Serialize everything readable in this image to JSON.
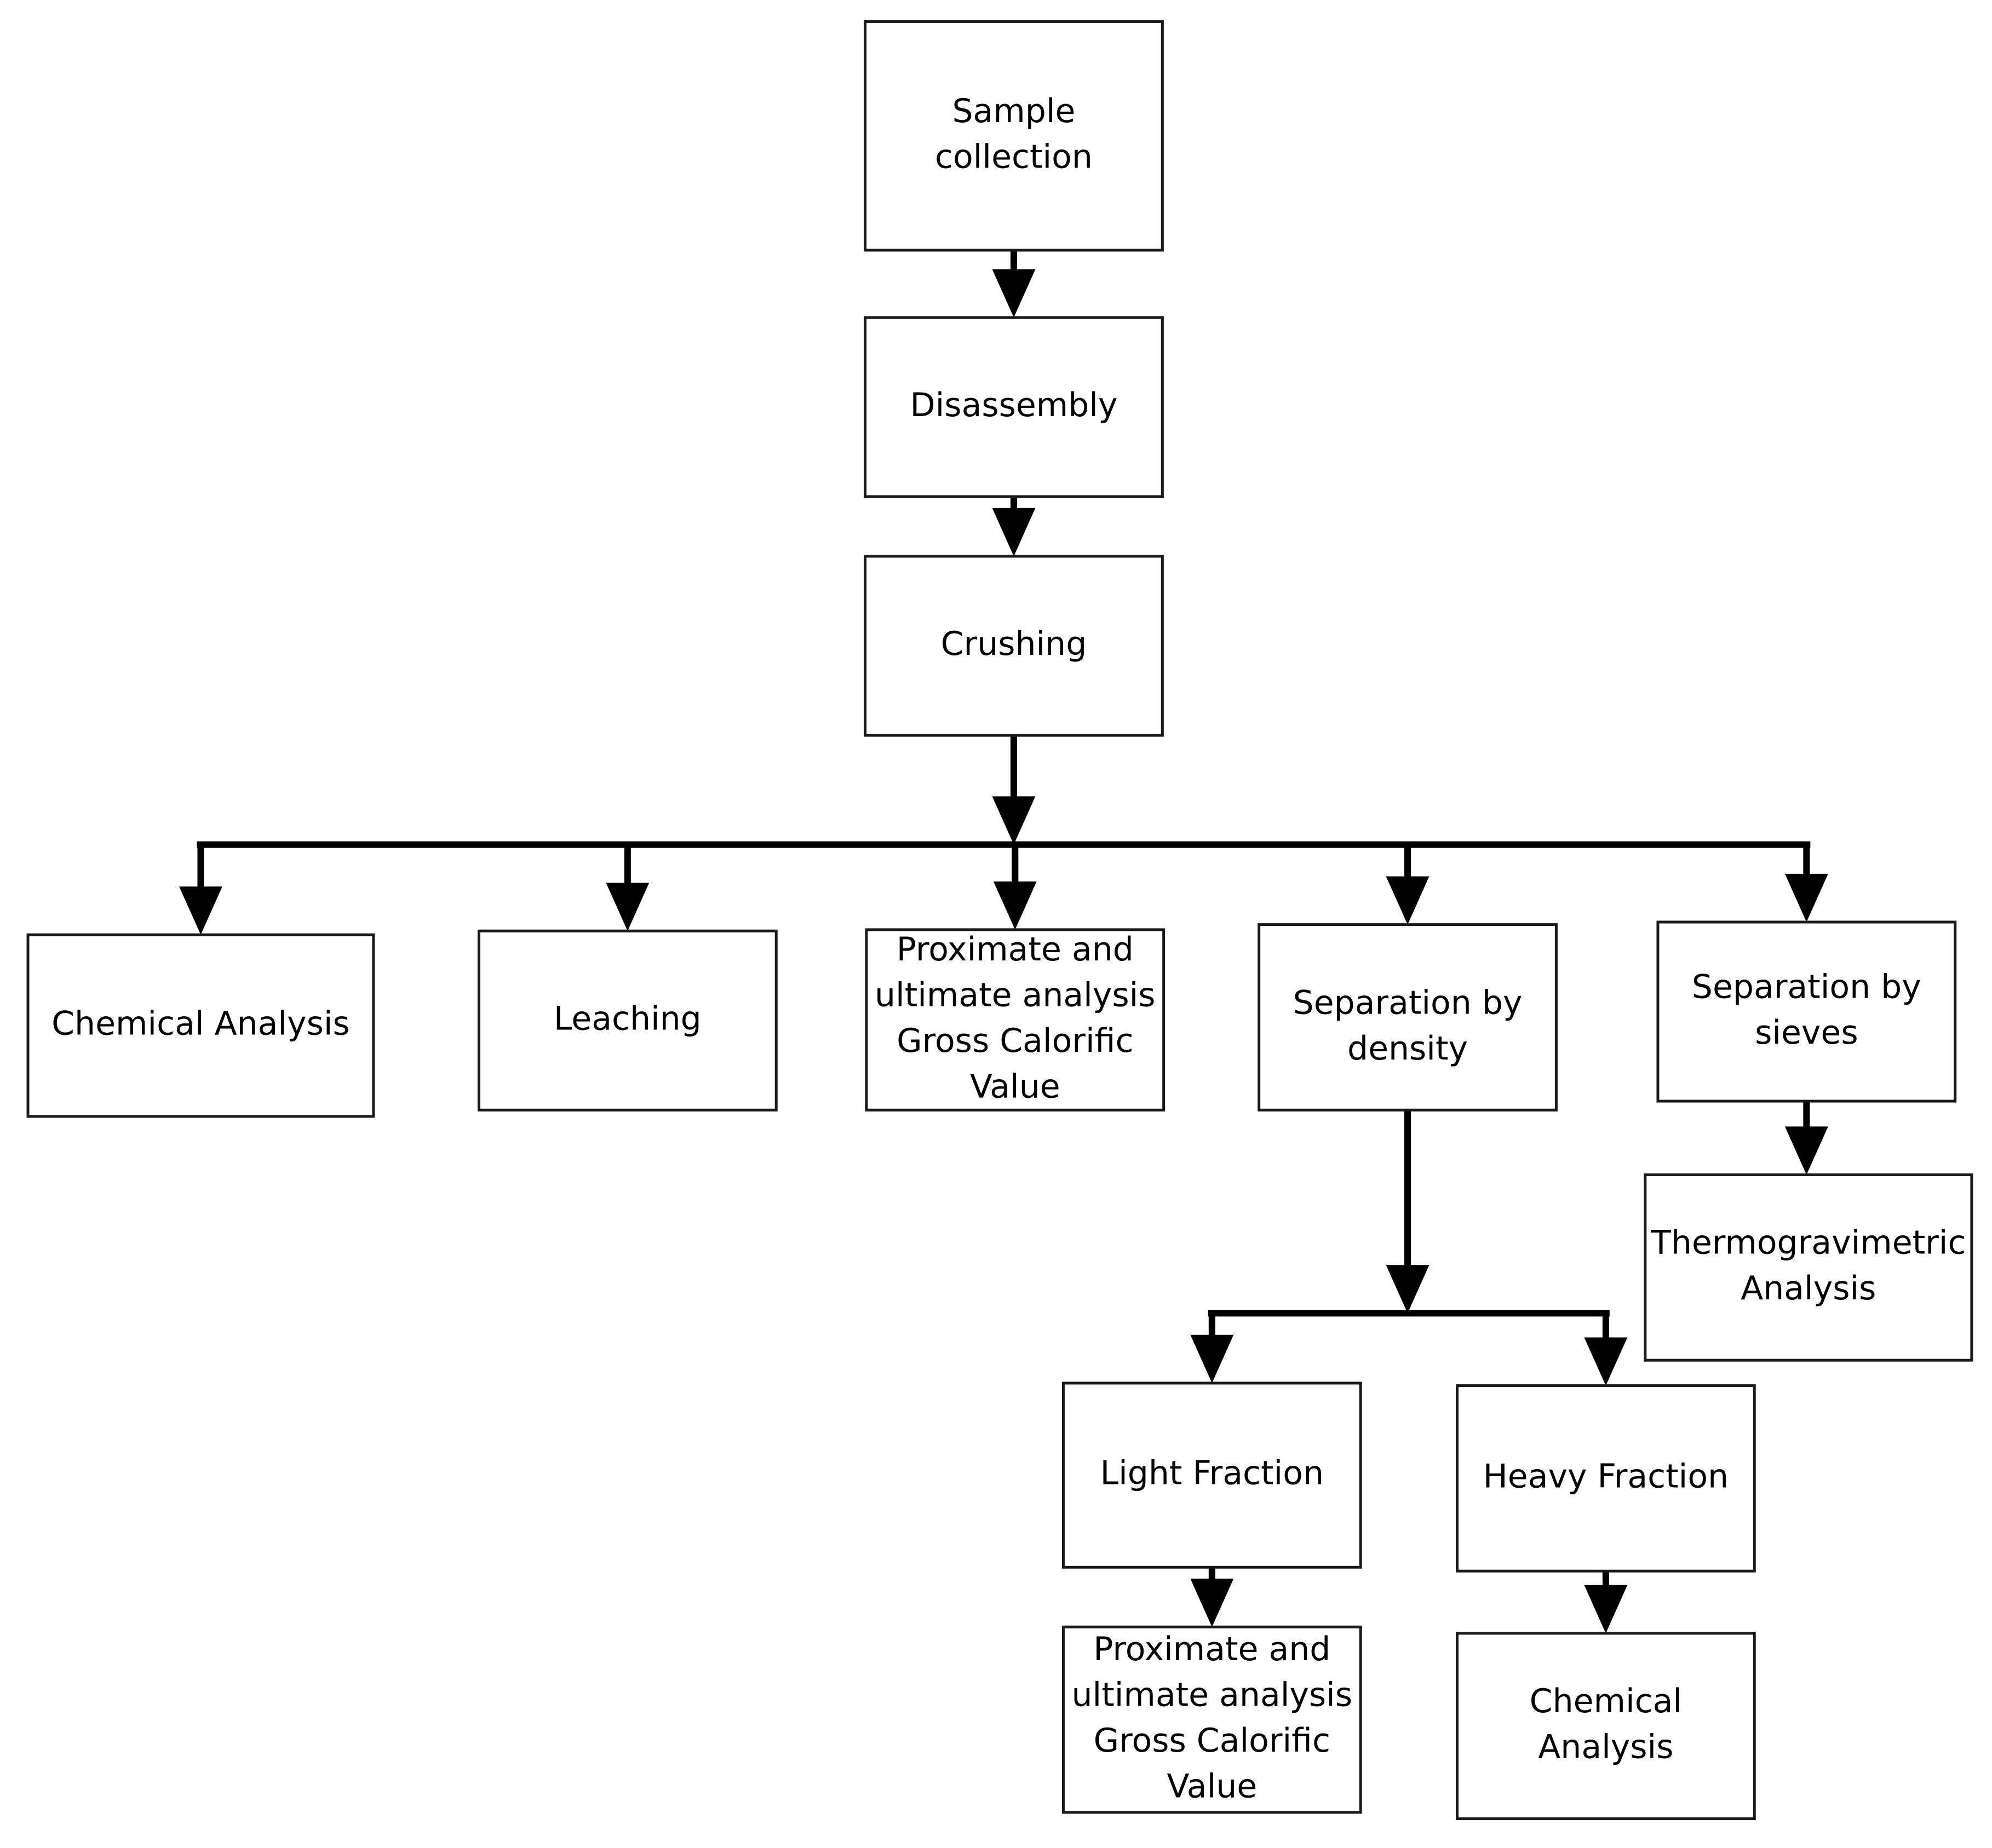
{
  "nodes": {
    "sample_collection": [
      "Sample",
      "collection"
    ],
    "disassembly": [
      "Disassembly"
    ],
    "crushing": [
      "Crushing"
    ],
    "chemical_analysis": [
      "Chemical Analysis"
    ],
    "leaching": [
      "Leaching"
    ],
    "proximate_analysis": [
      "Proximate and",
      "ultimate analysis",
      "Gross Calorific",
      "Value"
    ],
    "separation_density": [
      "Separation by",
      "density"
    ],
    "separation_sieves": [
      "Separation by",
      "sieves"
    ],
    "thermogravimetric": [
      "Thermogravimetric",
      "Analysis"
    ],
    "light_fraction": [
      "Light Fraction"
    ],
    "heavy_fraction": [
      "Heavy Fraction"
    ],
    "light_proximate": [
      "Proximate and",
      "ultimate analysis",
      "Gross Calorific",
      "Value"
    ],
    "heavy_chemical": [
      "Chemical",
      "Analysis"
    ]
  },
  "edges": [
    [
      "sample_collection",
      "disassembly"
    ],
    [
      "disassembly",
      "crushing"
    ],
    [
      "crushing",
      "chemical_analysis"
    ],
    [
      "crushing",
      "leaching"
    ],
    [
      "crushing",
      "proximate_analysis"
    ],
    [
      "crushing",
      "separation_density"
    ],
    [
      "crushing",
      "separation_sieves"
    ],
    [
      "separation_sieves",
      "thermogravimetric"
    ],
    [
      "separation_density",
      "light_fraction"
    ],
    [
      "separation_density",
      "heavy_fraction"
    ],
    [
      "light_fraction",
      "light_proximate"
    ],
    [
      "heavy_fraction",
      "heavy_chemical"
    ]
  ]
}
